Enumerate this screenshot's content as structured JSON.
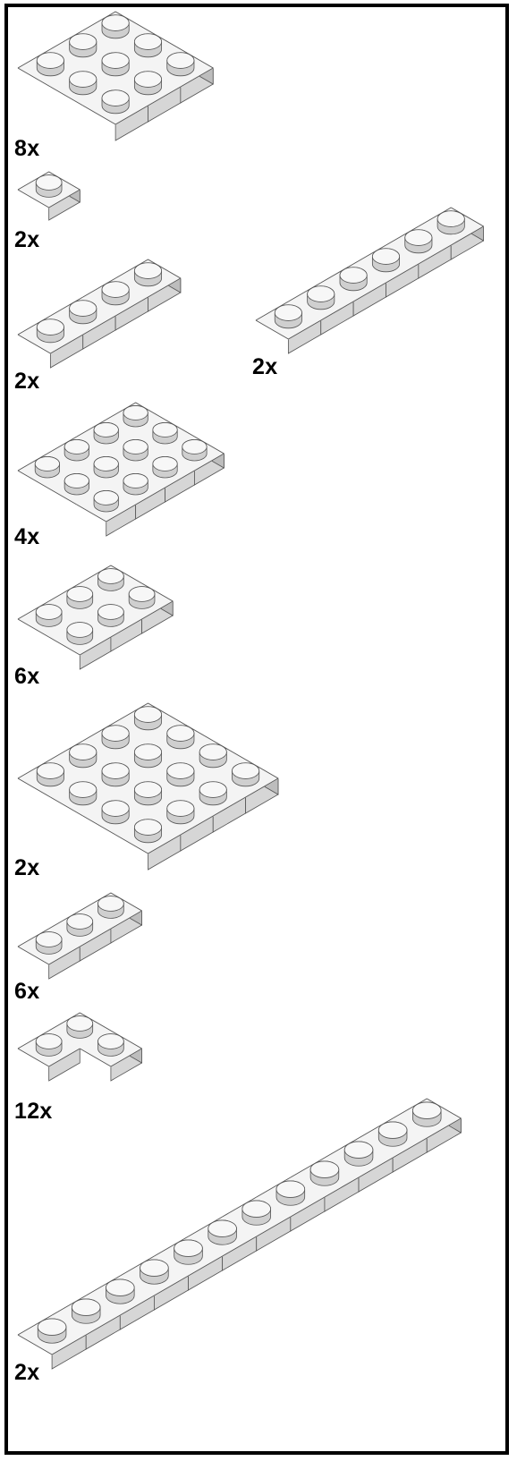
{
  "parts": [
    {
      "id": "plate-3x3",
      "quantity": "8x"
    },
    {
      "id": "plate-1x1",
      "quantity": "2x"
    },
    {
      "id": "plate-1x4",
      "quantity": "2x"
    },
    {
      "id": "plate-1x6",
      "quantity": "2x"
    },
    {
      "id": "plate-3x4",
      "quantity": "4x"
    },
    {
      "id": "plate-2x3",
      "quantity": "6x"
    },
    {
      "id": "plate-4x4",
      "quantity": "2x"
    },
    {
      "id": "plate-1x3",
      "quantity": "6x"
    },
    {
      "id": "plate-2x2-corner",
      "quantity": "12x"
    },
    {
      "id": "plate-1x12",
      "quantity": "2x"
    }
  ],
  "colors": {
    "top": "#f4f4f4",
    "left": "#d6d6d6",
    "right": "#bdbdbd",
    "stud_side": "#cfcfcf",
    "stud_top": "#f7f7f7",
    "outline": "#555555",
    "border": "#000000",
    "text": "#000000"
  }
}
